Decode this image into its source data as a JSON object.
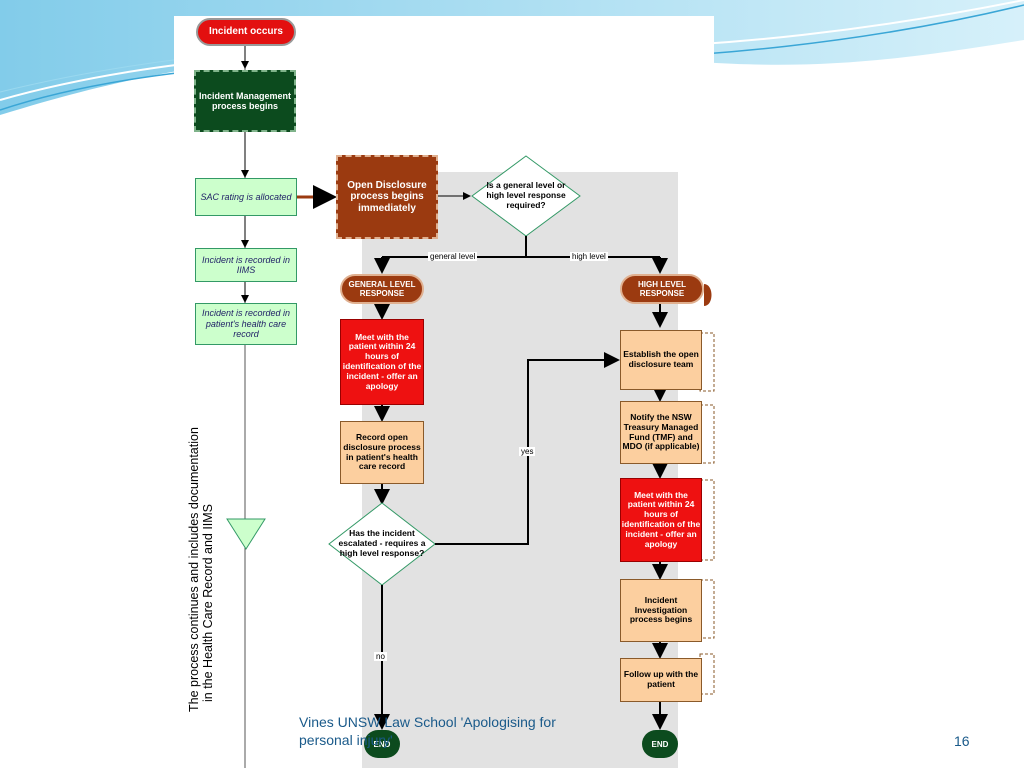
{
  "flow": {
    "incident_occurs": "Incident occurs",
    "incident_mgmt": "Incident Management process begins",
    "sac_rating": "SAC rating is allocated",
    "recorded_iims": "Incident is recorded in IIMS",
    "recorded_health_record": "Incident is recorded in patient's health care record",
    "open_disclosure": "Open Disclosure process begins immediately",
    "decision_level": "Is a general level or high level response required?",
    "general_level_label": "general level",
    "high_level_label": "high level",
    "general_response": "GENERAL LEVEL RESPONSE",
    "high_response": "HIGH LEVEL RESPONSE",
    "meet_general": "Meet with the patient within 24 hours of identification of the incident - offer an apology",
    "record_open_disclosure": "Record open disclosure process in patient's health care record",
    "decision_escalated": "Has the incident escalated - requires a high level response?",
    "yes_label": "yes",
    "no_label": "no",
    "establish_team": "Establish the open disclosure team",
    "notify_tmf": "Notify the NSW Treasury Managed Fund (TMF) and MDO (if applicable)",
    "meet_high": "Meet with the patient within 24 hours of identification of the incident - offer an apology",
    "investigation": "Incident Investigation process begins",
    "follow_up": "Follow up with the patient",
    "end_label": "END"
  },
  "side_text": {
    "line1": "The process continues and includes documentation",
    "line2": "in the Health Care Record and IIMS"
  },
  "footer": {
    "line1": "Vines UNSW Law School 'Apologising for",
    "line2": "personal injury'",
    "page_number": "16"
  },
  "colors": {
    "start_red": "#e31010",
    "dark_green": "#0c4b1e",
    "light_green": "#ccffcc",
    "brown": "#9b3a10",
    "red_box": "#ee1111",
    "peach": "#fccf9f",
    "footer_text": "#1a5a8a"
  }
}
